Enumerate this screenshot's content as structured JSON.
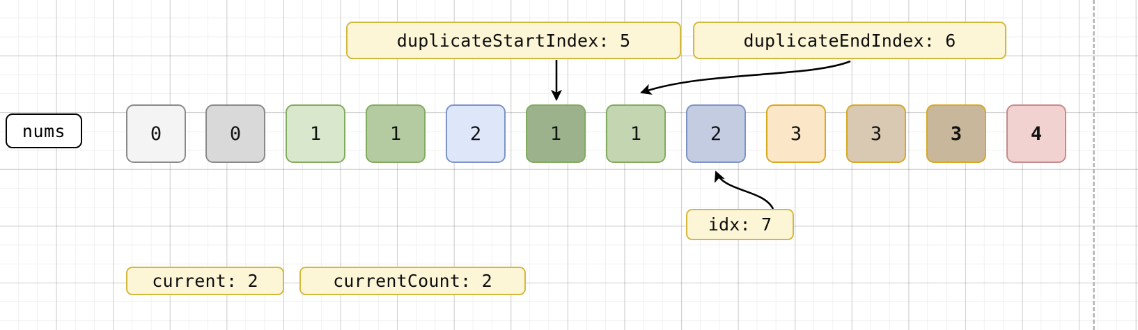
{
  "diagram": {
    "variable_label": "nums",
    "array": {
      "values": [
        "0",
        "0",
        "1",
        "1",
        "2",
        "1",
        "1",
        "2",
        "3",
        "3",
        "3",
        "4"
      ],
      "cells": [
        {
          "index": 0,
          "value": "0",
          "fill": "#f4f4f4",
          "stroke": "#8a8a8a",
          "bold": false
        },
        {
          "index": 1,
          "value": "0",
          "fill": "#d9d9d9",
          "stroke": "#8a8a8a",
          "bold": false
        },
        {
          "index": 2,
          "value": "1",
          "fill": "#d9e7cd",
          "stroke": "#82ab5e",
          "bold": false
        },
        {
          "index": 3,
          "value": "1",
          "fill": "#b4cba2",
          "stroke": "#82ab5e",
          "bold": false
        },
        {
          "index": 4,
          "value": "2",
          "fill": "#dee6fa",
          "stroke": "#7d93c8",
          "bold": false
        },
        {
          "index": 5,
          "value": "1",
          "fill": "#9cb28c",
          "stroke": "#82ab5e",
          "bold": false
        },
        {
          "index": 6,
          "value": "1",
          "fill": "#c3d6b1",
          "stroke": "#82ab5e",
          "bold": false
        },
        {
          "index": 7,
          "value": "2",
          "fill": "#c4cce1",
          "stroke": "#7d93c8",
          "bold": false
        },
        {
          "index": 8,
          "value": "3",
          "fill": "#fbe6c7",
          "stroke": "#d8a81f",
          "bold": false
        },
        {
          "index": 9,
          "value": "3",
          "fill": "#d9c8b2",
          "stroke": "#d8a81f",
          "bold": false
        },
        {
          "index": 10,
          "value": "3",
          "fill": "#c8b79b",
          "stroke": "#d8a81f",
          "bold": true
        },
        {
          "index": 11,
          "value": "4",
          "fill": "#f2d1d1",
          "stroke": "#c68b8b",
          "bold": true
        }
      ]
    },
    "annotations": {
      "duplicate_start_index": "duplicateStartIndex: 5",
      "duplicate_end_index": "duplicateEndIndex: 6",
      "idx": "idx: 7",
      "current": "current: 2",
      "current_count": "currentCount: 2"
    },
    "colors": {
      "label_fill": "#fcf6d7",
      "label_stroke": "#d4b83c",
      "arrow": "#000000",
      "guide_line": "#bdbdbd",
      "grid_minor": "#f0f0f0",
      "grid_major": "#d6d6d6"
    }
  }
}
